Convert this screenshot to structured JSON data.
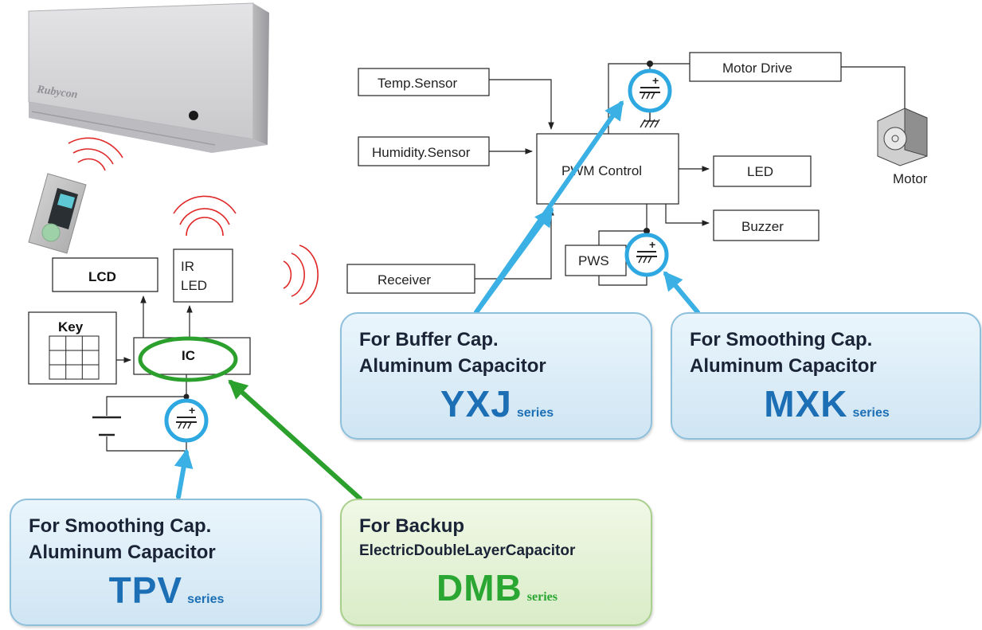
{
  "product": {
    "brand_logo": "Rubycon"
  },
  "blocks": {
    "temp_sensor": "Temp.Sensor",
    "humidity_sensor": "Humidity.Sensor",
    "receiver": "Receiver",
    "pwm_control": "PWM Control",
    "motor_drive": "Motor Drive",
    "led": "LED",
    "buzzer": "Buzzer",
    "pws": "PWS",
    "motor": "Motor",
    "lcd": "LCD",
    "ir_led_line1": "IR",
    "ir_led_line2": "LED",
    "key": "Key",
    "ic": "IC"
  },
  "callouts": {
    "yxj": {
      "line1": "For Buffer Cap.",
      "line2": "Aluminum Capacitor",
      "series_name": "YXJ",
      "series_suffix": "series"
    },
    "mxk": {
      "line1": "For Smoothing Cap.",
      "line2": "Aluminum Capacitor",
      "series_name": "MXK",
      "series_suffix": "series"
    },
    "tpv": {
      "line1": "For Smoothing Cap.",
      "line2": "Aluminum Capacitor",
      "series_name": "TPV",
      "series_suffix": "series"
    },
    "dmb": {
      "line1": "For Backup",
      "line2": "ElectricDoubleLayerCapacitor",
      "series_name": "DMB",
      "series_suffix": "series"
    }
  },
  "colors": {
    "cyan_highlight": "#2ea8e0",
    "green_highlight": "#2ca02c",
    "series_blue": "#1c6fb5",
    "series_green": "#2aa632",
    "signal_red": "#e02a2a"
  },
  "icons": [
    "air-conditioner-icon",
    "remote-control-icon",
    "ir-wave-icon",
    "capacitor-icon",
    "motor-icon",
    "battery-icon",
    "keypad-icon"
  ]
}
